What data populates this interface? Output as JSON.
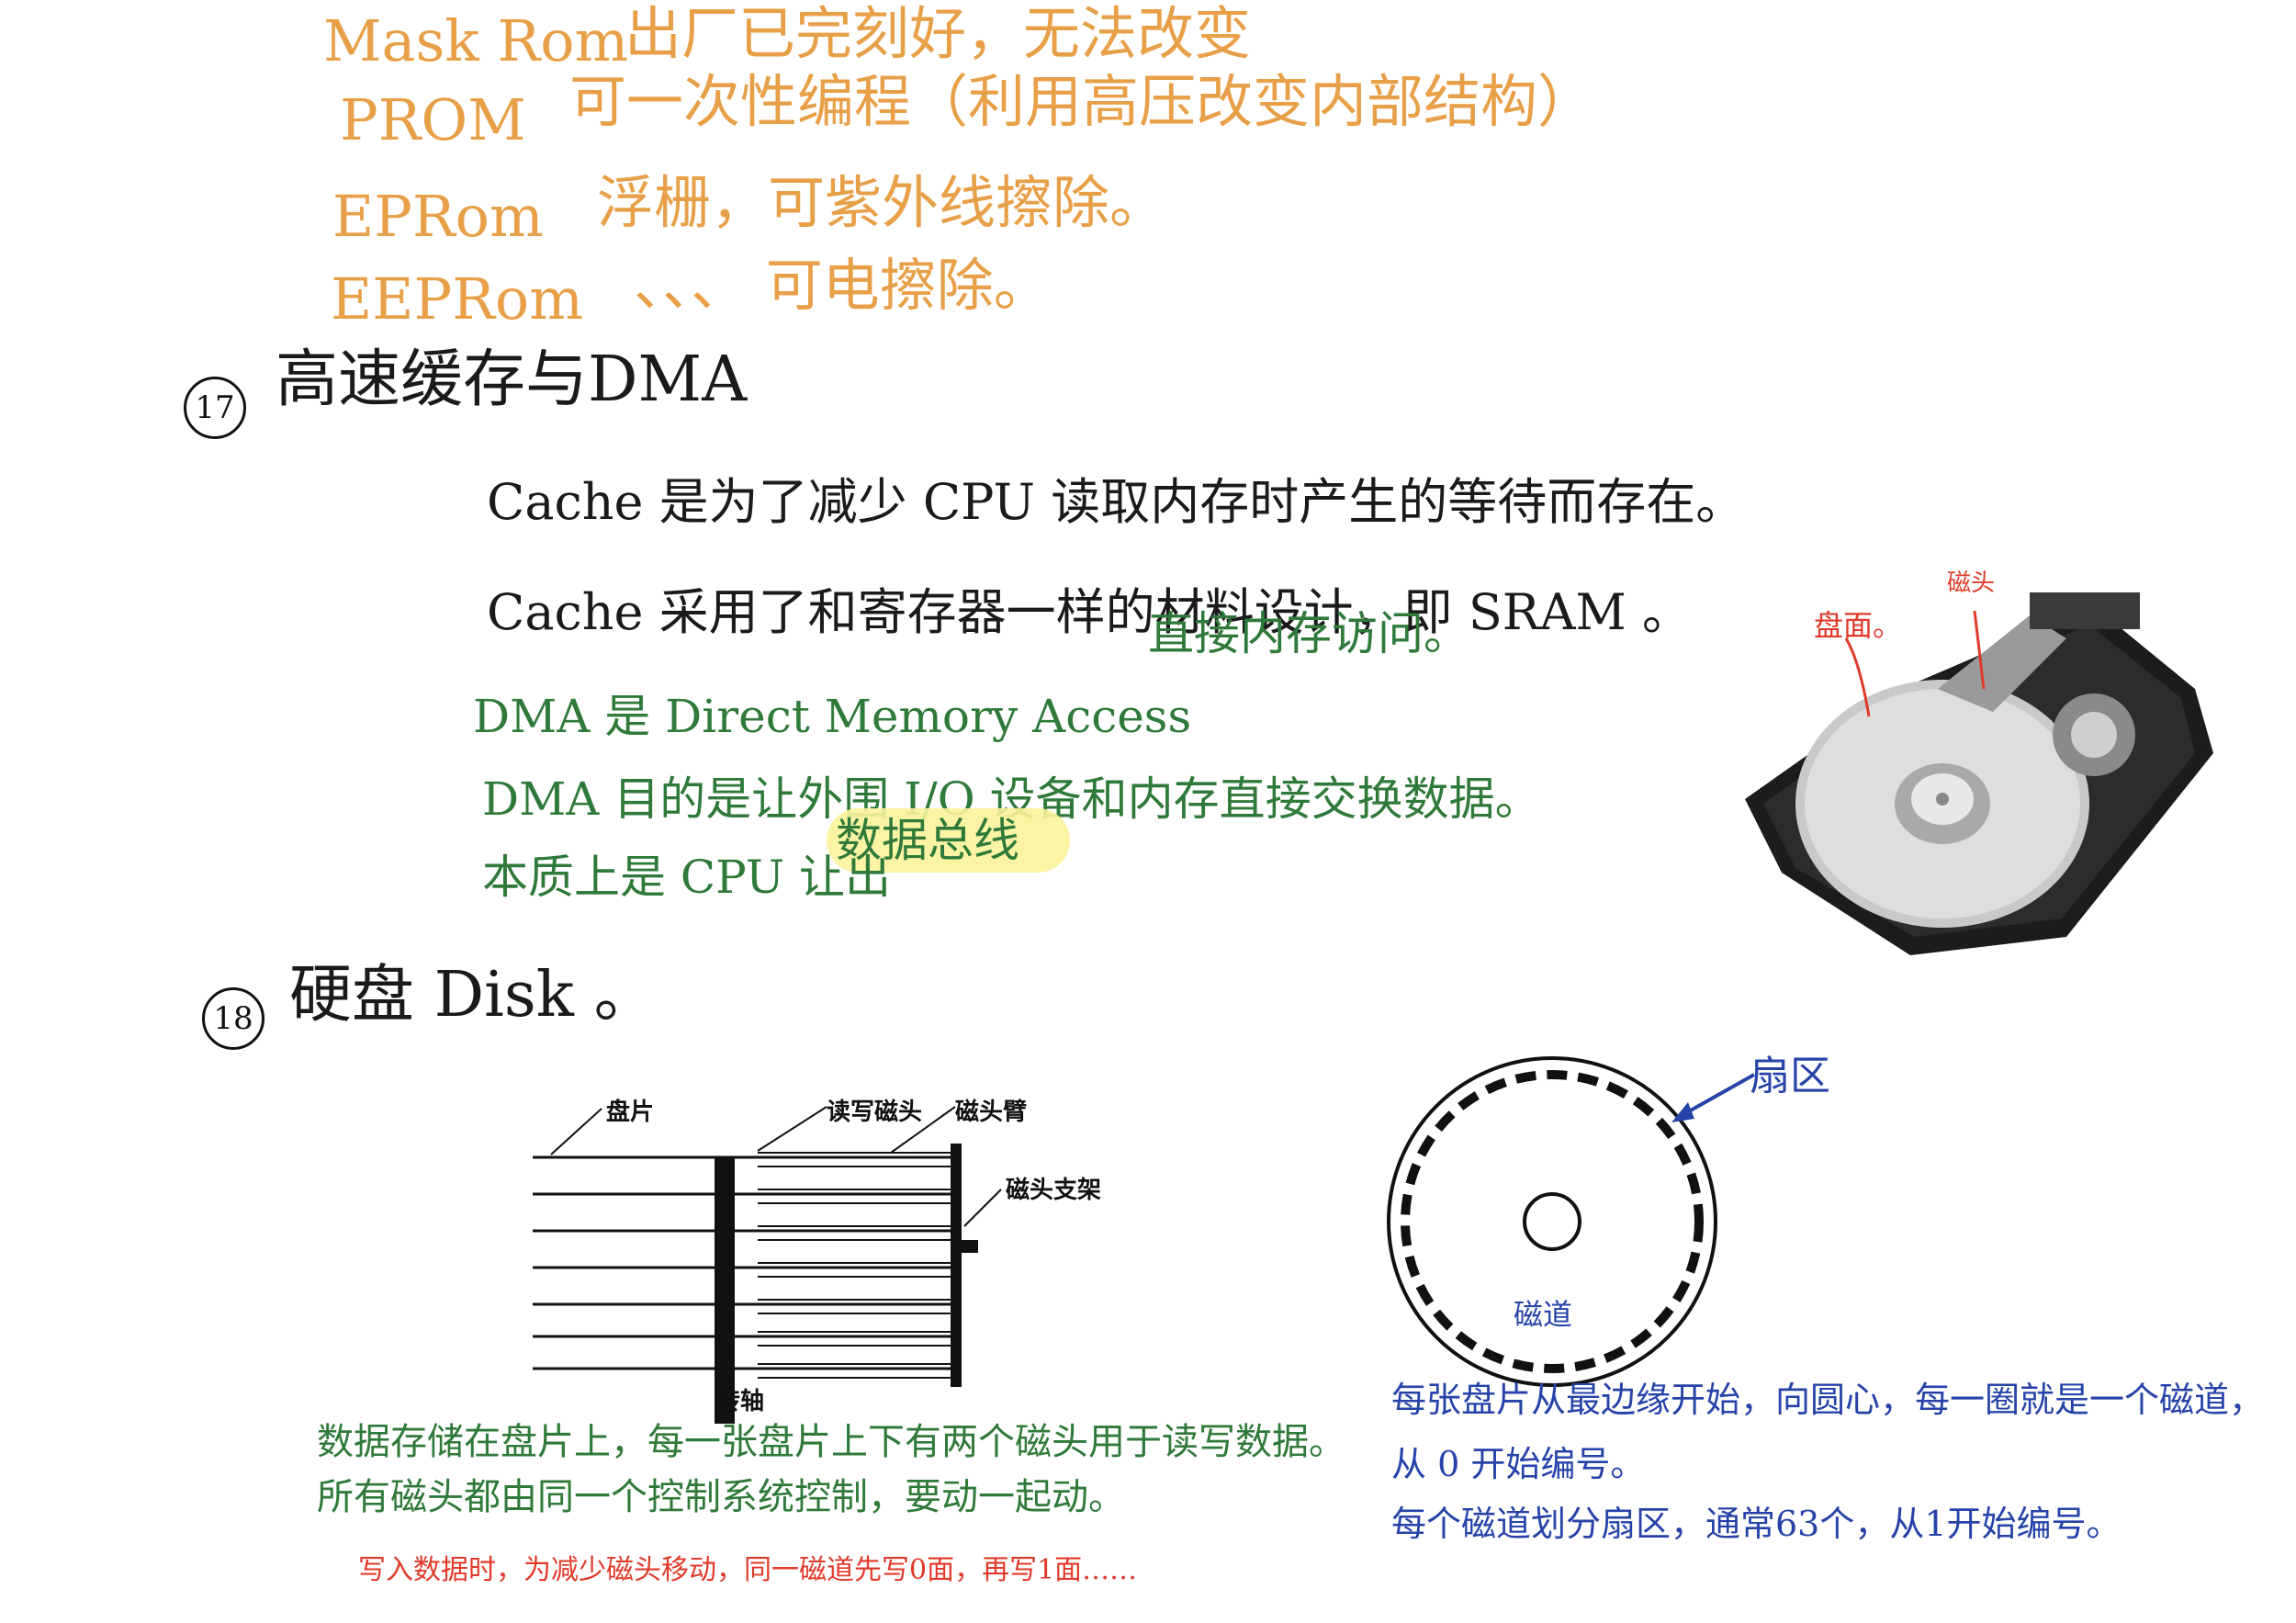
{
  "rom": {
    "mask_name": "Mask Rom",
    "mask_desc": "出厂已完刻好，无法改变",
    "prom_name": "PROM",
    "prom_desc": "可一次性编程（利用高压改变内部结构）",
    "eprom_name": "EPRom",
    "eprom_desc": "浮栅，可紫外线擦除。",
    "eeprom_name": "EEPRom",
    "eeprom_desc": "、、、  可电擦除。"
  },
  "section17": {
    "number": "17",
    "title": "高速缓存与DMA",
    "cache_line1": "Cache 是为了减少 CPU 读取内存时产生的等待而存在。",
    "cache_line2": "Cache 采用了和寄存器一样的材料设计，即 SRAM 。",
    "dma_line1_a": "DMA 是 Direct Memory Access",
    "dma_line1_b": "直接内存访问。",
    "dma_line2": "DMA 目的是让外围 I/O 设备和内存直接交换数据。",
    "dma_line3_a": "本质上是 CPU 让出",
    "dma_line3_b": "数据总线"
  },
  "photo": {
    "label_platter": "盘面。",
    "label_head": "磁头"
  },
  "section18": {
    "number": "18",
    "title": "硬盘 Disk 。",
    "diagram": {
      "platter": "盘片",
      "rw_head": "读写磁头",
      "head_arm": "磁头臂",
      "head_bracket": "磁头支架",
      "spindle": "转轴"
    },
    "track_diagram": {
      "sector": "扇区",
      "track": "磁道"
    },
    "green_line1": "数据存储在盘片上，每一张盘片上下有两个磁头用于读写数据。",
    "green_line2": "所有磁头都由同一个控制系统控制，要动一起动。",
    "red_line": "写入数据时，为减少磁头移动，同一磁道先写0面，再写1面……",
    "blue_line1": "每张盘片从最边缘开始，向圆心，每一圈就是一个磁道，",
    "blue_line2": "从 0 开始编号。",
    "blue_line3": "每个磁道划分扇区，通常63个，从1开始编号。"
  },
  "colors": {
    "orange": "#e8a048",
    "green": "#2f7a3a",
    "blue": "#2743a8",
    "red": "#e03a2a",
    "highlight": "#fbf39a"
  }
}
